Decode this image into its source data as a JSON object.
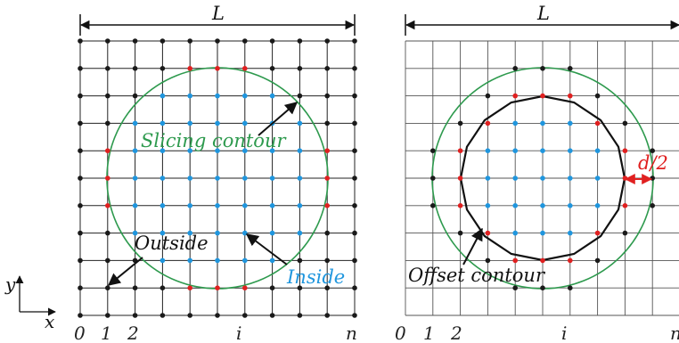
{
  "colors": {
    "grid": "#222222",
    "grid_light": "#555555",
    "contour": "#2e9a4e",
    "offset": "#111111",
    "dot_outside": "#1a1a1a",
    "dot_inside": "#1f96de",
    "dot_boundary": "#e02020",
    "text_blue": "#1f96de",
    "text_green": "#2e9a4e",
    "text_red": "#e02020"
  },
  "left_panel": {
    "length_label": "L",
    "slicing_contour_label": "Slicing contour",
    "outside_label": "Outside",
    "inside_label": "Inside",
    "axis_x_label": "x",
    "axis_y_label": "y",
    "tick_0": "0",
    "tick_1": "1",
    "tick_2": "2",
    "tick_i": "i",
    "tick_n": "n"
  },
  "right_panel": {
    "length_label": "L",
    "offset_contour_label": "Offset contour",
    "half_width_label": "d/2",
    "tick_0": "0",
    "tick_1": "1",
    "tick_2": "2",
    "tick_i": "i",
    "tick_n": "n"
  }
}
